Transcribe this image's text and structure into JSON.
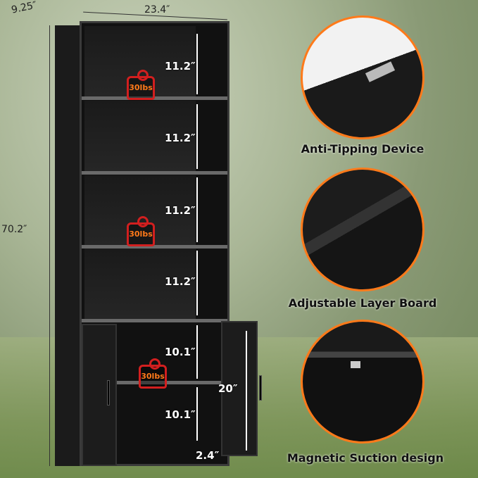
{
  "dimensions": {
    "depth": "9.25″",
    "width": "23.4″",
    "height": "70.2″",
    "shelf_heights": [
      "11.2″",
      "11.2″",
      "11.2″",
      "11.2″"
    ],
    "cabinet_heights": [
      "10.1″",
      "10.1″"
    ],
    "door_height": "20″",
    "base_height": "2.4″"
  },
  "weight_badges": [
    "30lbs",
    "30lbs",
    "30lbs"
  ],
  "features": [
    {
      "caption": "Anti-Tipping Device"
    },
    {
      "caption": "Adjustable Layer Board"
    },
    {
      "caption": "Magnetic Suction design"
    }
  ],
  "colors": {
    "accent": "#ff7a1a",
    "weight_icon": "#d21f1f",
    "cabinet": "#111111"
  }
}
